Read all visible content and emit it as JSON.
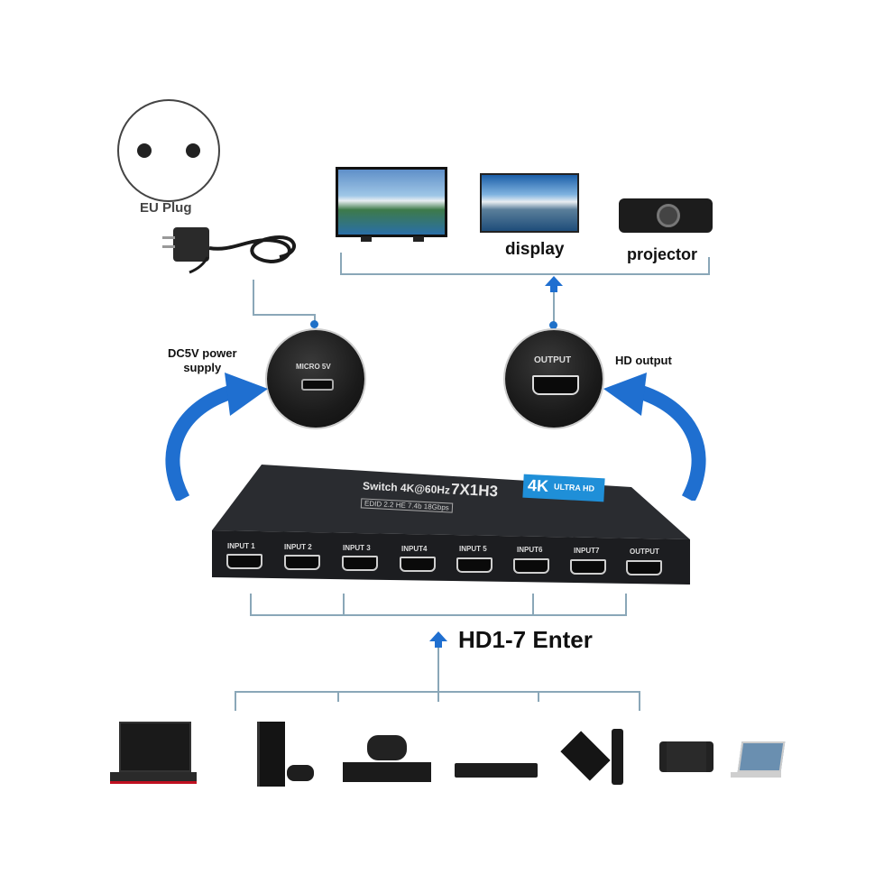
{
  "labels": {
    "eu_plug": "EU Plug",
    "display": "display",
    "projector": "projector",
    "power_supply": "DC5V power\nsupply",
    "micro_port": "MICRO 5V",
    "output_port": "OUTPUT",
    "hd_output": "HD output",
    "enter": "HD1-7 Enter"
  },
  "device": {
    "brand_badge": "4K",
    "brand_sub": "ULTRA HD",
    "model": "7X1H3",
    "subtitle": "Switch 4K@60Hz",
    "spec": "EDID 2.2 HE  7.4b 18Gbps",
    "ports": [
      "INPUT 1",
      "INPUT 2",
      "INPUT 3",
      "INPUT4",
      "INPUT 5",
      "INPUT6",
      "INPUT7",
      "OUTPUT"
    ]
  },
  "colors": {
    "arrow_blue": "#1f6fd0",
    "connector_line": "#8aa7b8",
    "device_body": "#1e1f22"
  },
  "sources": [
    "laptop-icon",
    "game-console-icon",
    "xbox-icon",
    "blu-ray-player-icon",
    "tv-box-icon",
    "switch-console-icon",
    "notebook-icon"
  ]
}
